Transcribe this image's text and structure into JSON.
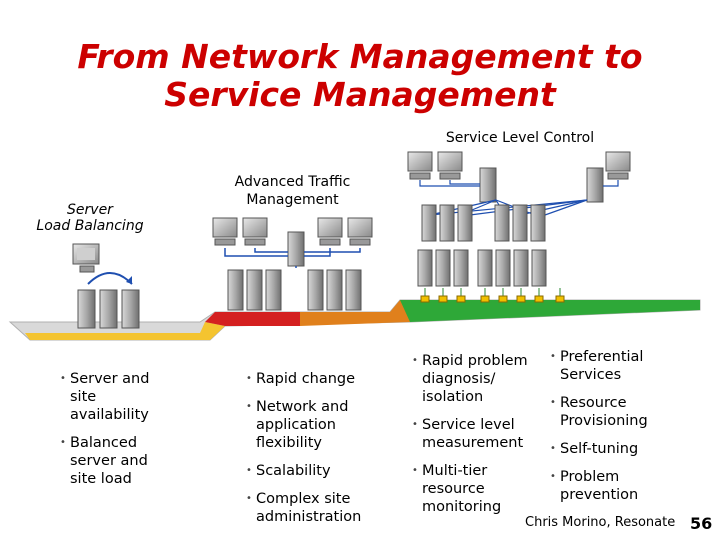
{
  "slide": {
    "title_line1": "From Network Management to",
    "title_line2": "Service Management",
    "labels": {
      "service_level_control": "Service Level Control",
      "advanced_traffic_line1": "Advanced Traffic",
      "advanced_traffic_line2": "Management",
      "server_lb_line1": "Server",
      "server_lb_line2": "Load Balancing"
    },
    "columns": [
      {
        "bullets": [
          "Server and site availability",
          "Balanced server and site load"
        ]
      },
      {
        "bullets": [
          "Rapid change",
          "Network and application flexibility",
          "Scalability",
          "Complex site administration"
        ]
      },
      {
        "bullets": [
          "Rapid problem diagnosis/ isolation",
          "Service level measurement",
          "Multi-tier resource monitoring"
        ]
      },
      {
        "bullets": [
          "Preferential Services",
          "Resource Provisioning",
          "Self-tuning",
          "Problem prevention"
        ]
      }
    ],
    "credit": "Chris Morino, Resonate",
    "page_number": "56",
    "colors": {
      "title": "#cc0000",
      "stage1": "#f4c430",
      "stage2": "#d42020",
      "stage3": "#e0801c",
      "stage4": "#2ea838",
      "node": "#f0c000"
    }
  }
}
